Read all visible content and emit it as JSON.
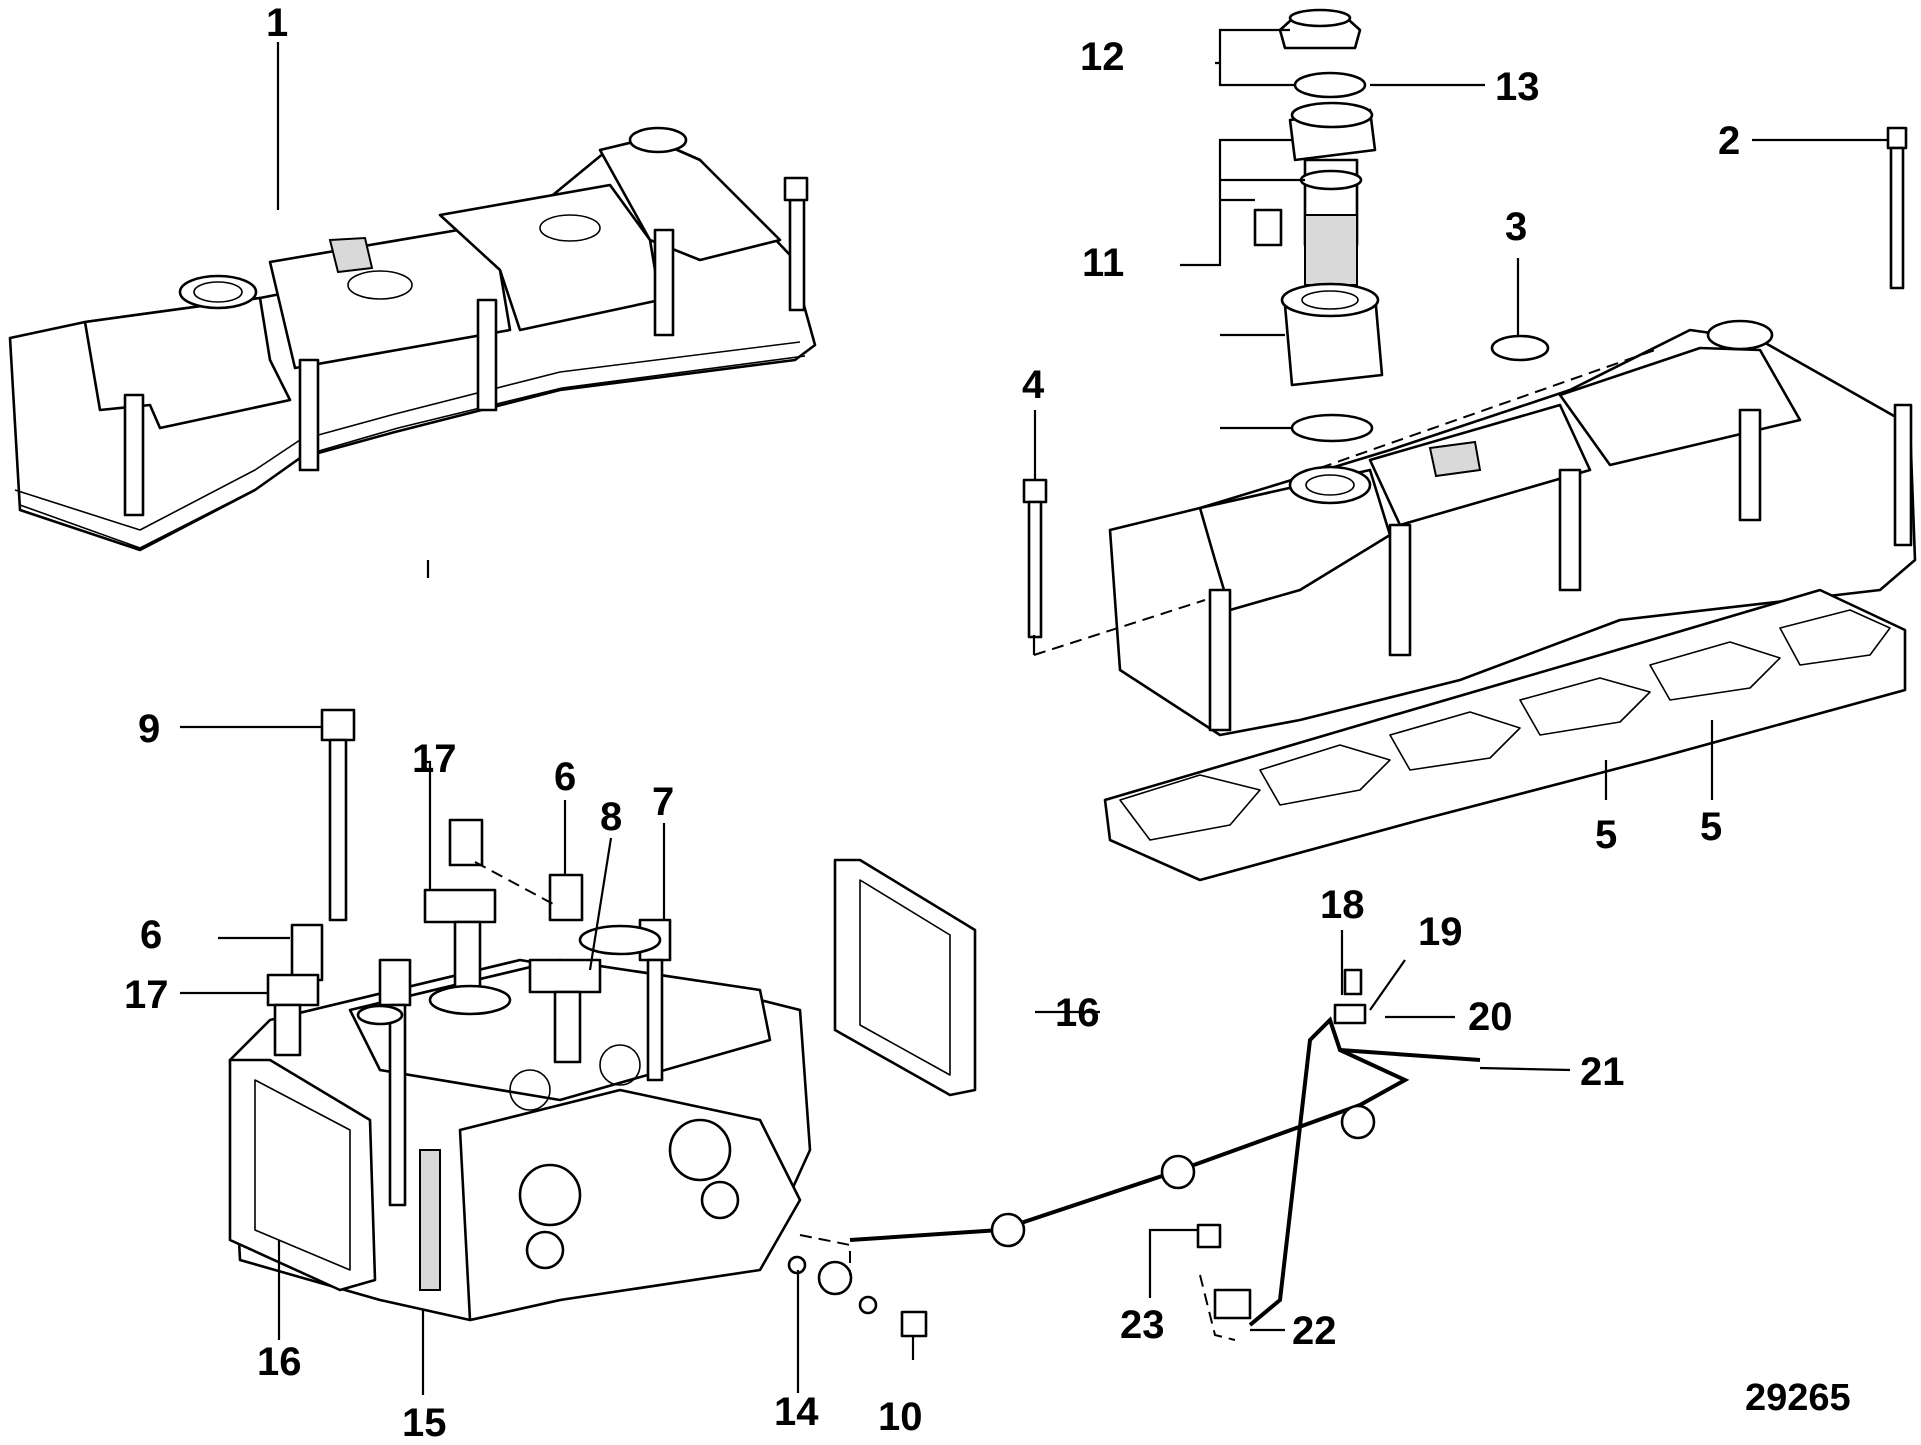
{
  "diagram": {
    "figure_number": "29265",
    "callouts": [
      "1",
      "2",
      "3",
      "4",
      "5",
      "5",
      "6",
      "6",
      "7",
      "8",
      "9",
      "10",
      "11",
      "12",
      "13",
      "14",
      "15",
      "16",
      "16",
      "17",
      "17",
      "18",
      "19",
      "20",
      "21",
      "22",
      "23"
    ],
    "parts": {
      "valve_cover_assembly": "valve cover assembled",
      "valve_cover_exploded": "valve cover exploded",
      "oil_filler_cap": "oil filler cap",
      "gasket": "valve cover gasket",
      "cylinder_head": "cylinder head",
      "side_cover": "side cover plate",
      "oil_line": "oil line"
    }
  }
}
